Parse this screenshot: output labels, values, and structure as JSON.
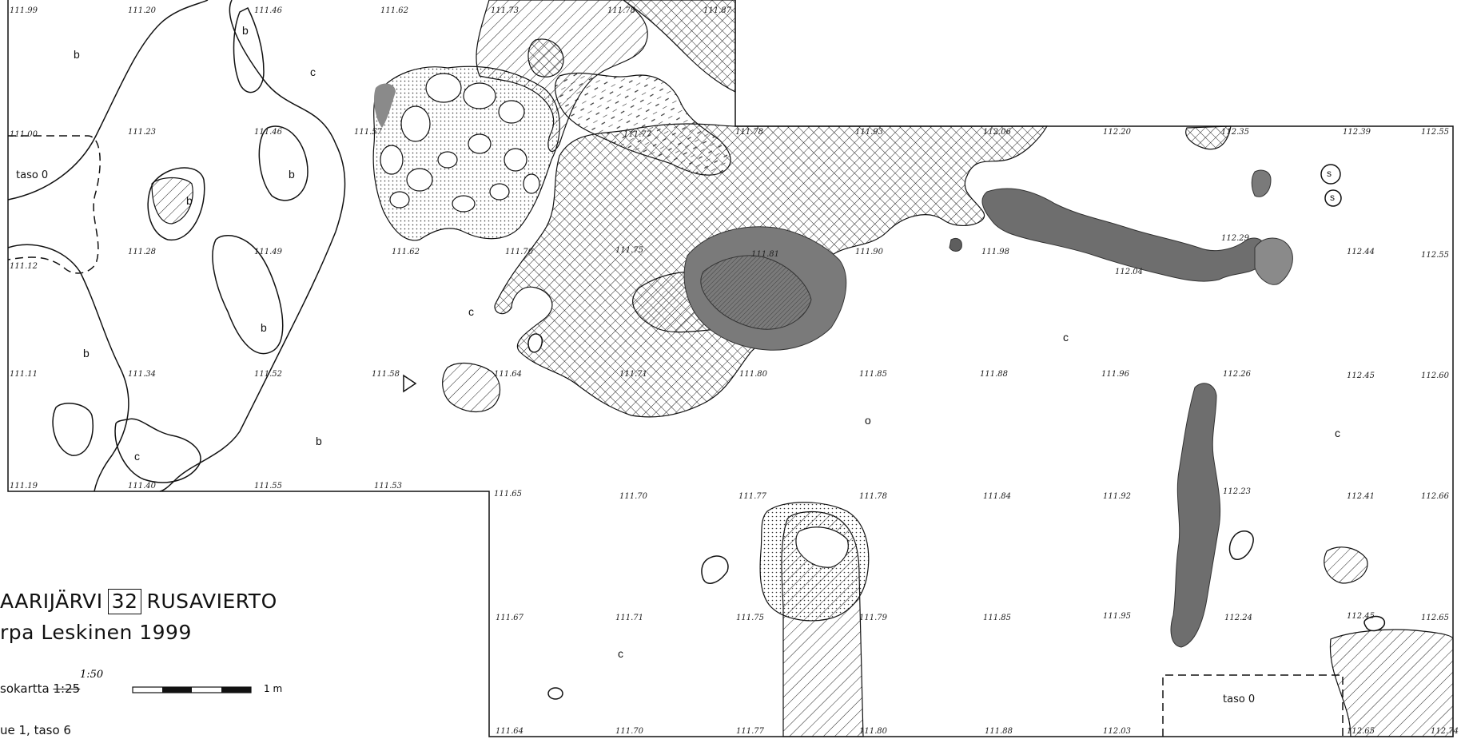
{
  "title": {
    "prefix": "AARIJÄRVI",
    "site_number": "32",
    "site_name": "RUSAVIERTO",
    "author_line": "rpa Leskinen  1999",
    "map_type": "sokartta",
    "scale_old": "1:25",
    "scale_new": "1:50",
    "scale_unit": "1 m",
    "area_line": "ue 1, taso 6"
  },
  "zones": {
    "b": "b",
    "c": "c",
    "s": "s",
    "o": "o"
  },
  "taso_labels": [
    "taso 0",
    "taso 0"
  ],
  "elevations": [
    "111.99",
    "111.20",
    "111.46",
    "111.62",
    "111.73",
    "111.78",
    "111.87",
    "111.00",
    "111.23",
    "111.46",
    "111.57",
    "111.77",
    "111.78",
    "111.93",
    "112.06",
    "112.20",
    "112.35",
    "112.39",
    "112.55",
    "111.12",
    "111.28",
    "111.49",
    "111.62",
    "111.70",
    "111.75",
    "111.81",
    "111.90",
    "111.98",
    "112.04",
    "112.29",
    "112.44",
    "112.55",
    "111.11",
    "111.34",
    "111.52",
    "111.58",
    "111.64",
    "111.71",
    "111.80",
    "111.85",
    "111.88",
    "111.96",
    "112.26",
    "112.45",
    "112.60",
    "111.19",
    "111.40",
    "111.55",
    "111.53",
    "111.65",
    "111.70",
    "111.77",
    "111.78",
    "111.84",
    "111.92",
    "112.23",
    "112.41",
    "112.66",
    "111.67",
    "111.71",
    "111.75",
    "111.79",
    "111.85",
    "111.95",
    "112.24",
    "112.45",
    "112.65",
    "111.64",
    "111.70",
    "111.77",
    "111.80",
    "111.88",
    "112.03",
    "112.65",
    "112.74"
  ]
}
